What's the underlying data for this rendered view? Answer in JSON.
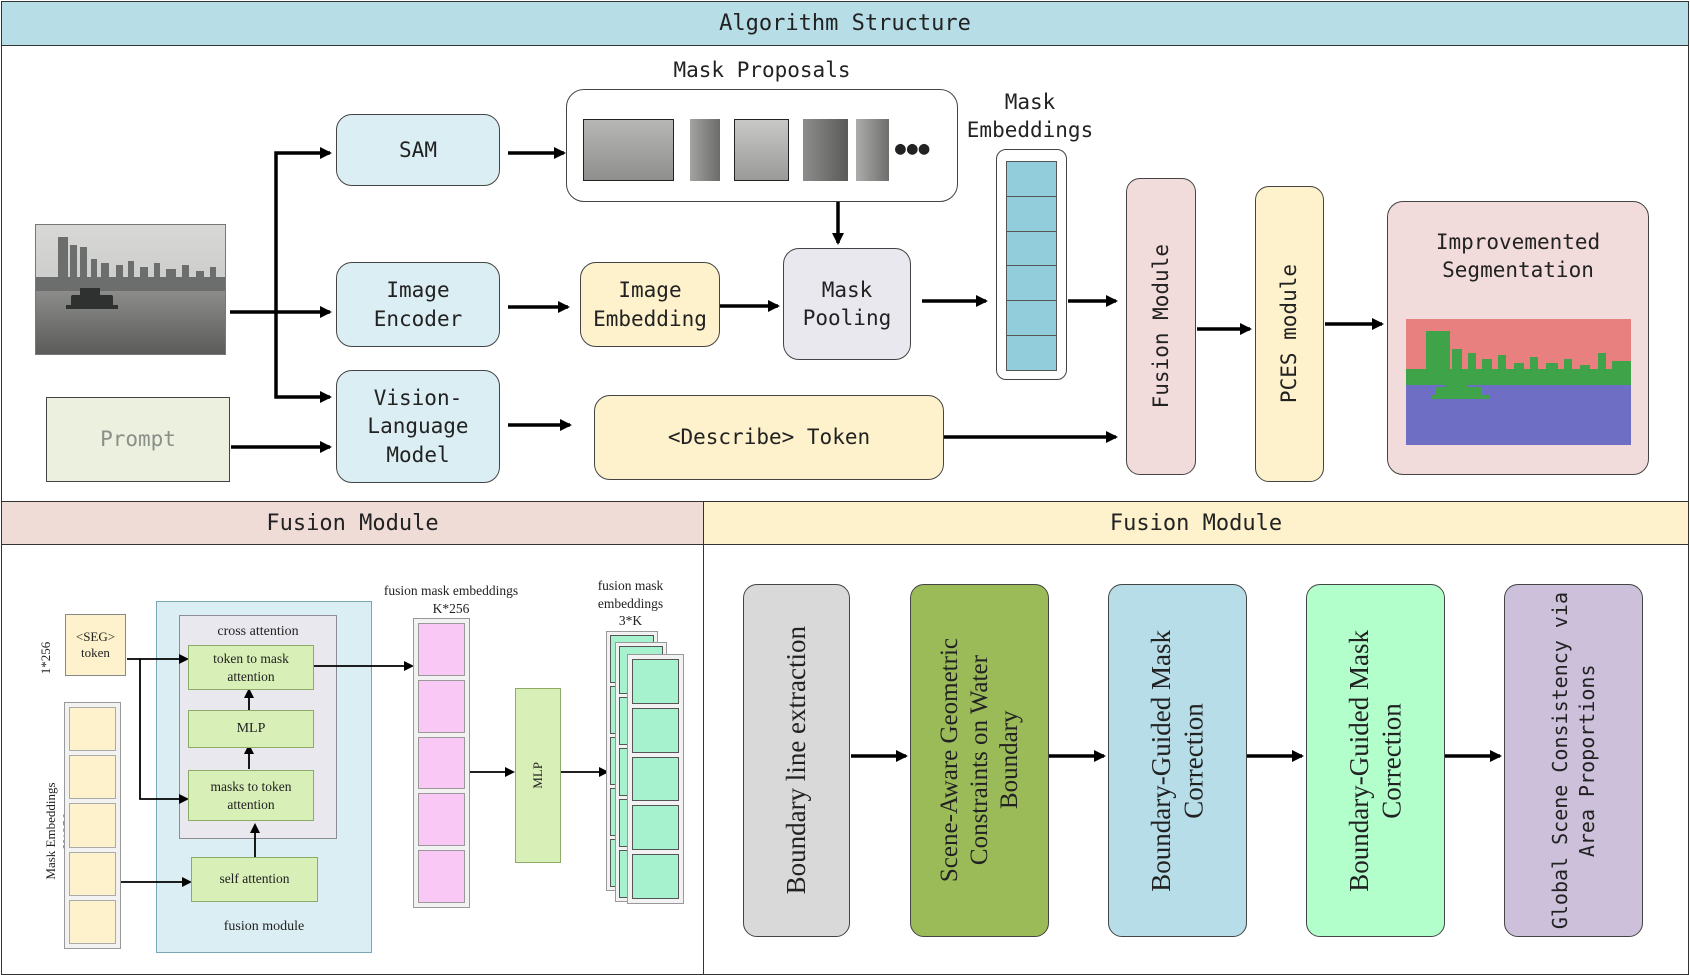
{
  "header": {
    "title": "Algorithm Structure"
  },
  "top": {
    "mask_proposals_label": "Mask Proposals",
    "mask_embeddings_label": "Mask\nEmbeddings",
    "sam": "SAM",
    "image_encoder": "Image\nEncoder",
    "image_embedding": "Image\nEmbedding",
    "mask_pooling": "Mask\nPooling",
    "vlm": "Vision-\nLanguage\nModel",
    "prompt": "Prompt",
    "describe_token": "<Describe> Token",
    "fusion_module": "Fusion Module",
    "pces_module": "PCES module",
    "output_title": "Improvemented\nSegmentation",
    "ellipsis": "●●●"
  },
  "left_panel": {
    "title": "Fusion Module",
    "seg_token": "<SEG>\ntoken",
    "seg_dim": "1*256",
    "mask_emb_label": "Mask Embeddings\nK*256",
    "cross_attention": "cross attention",
    "token_to_mask": "token to mask\nattention",
    "mlp_inner": "MLP",
    "masks_to_token": "masks to token\nattention",
    "self_attention": "self attention",
    "fusion_module_caption": "fusion module",
    "fusion_mask_emb": "fusion mask embeddings\nK*256",
    "mlp_outer": "MLP",
    "fusion_mask_emb_small": "fusion mask\nembeddings\n3*K"
  },
  "right_panel": {
    "title": "Fusion Module",
    "steps": [
      "Boundary line extraction",
      "Scene-Aware Geometric\nConstraints on Water\nBoundary",
      "Boundary-Guided Mask\nCorrection",
      "Boundary-Guided Mask\nCorrection",
      "Global Scene Consistency via\nArea Proportions"
    ]
  },
  "colors": {
    "header_blue": "#b7dde6",
    "header_pink": "#efdcd7",
    "header_yellow": "#fdf2cc",
    "module_blue": "#dbeef3",
    "embedding_yellow": "#fdf2cc",
    "pooling_gray": "#e9e8ee",
    "prompt_green": "#ebf1de",
    "fusion_pink": "#f2dcdb",
    "cell_teal": "#92cddc",
    "step_gray": "#d9d9d9",
    "step_green": "#9bbb59",
    "step_blue": "#b7dde8",
    "step_mint": "#b3ffcc",
    "step_purple": "#ccc0da"
  }
}
